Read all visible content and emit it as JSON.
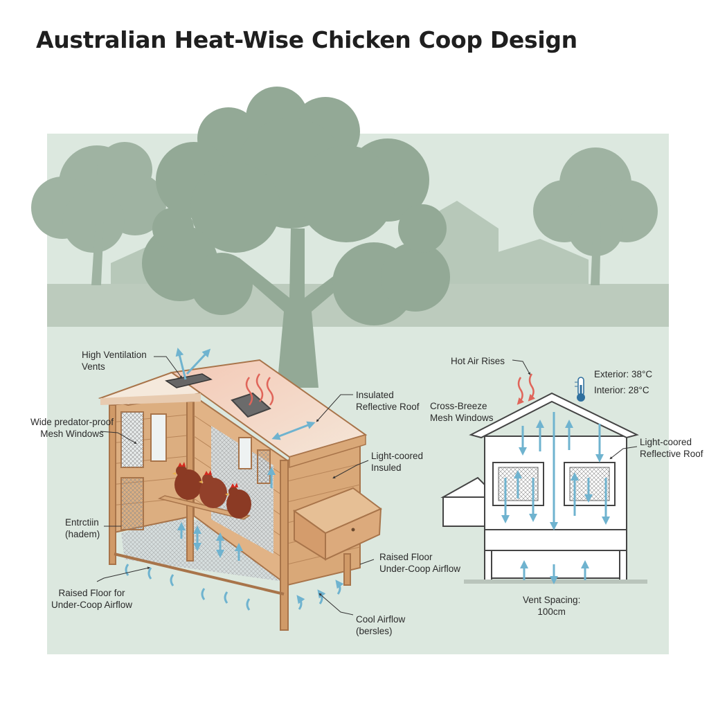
{
  "title": "Australian Heat-Wise Chicken Coop Design",
  "colors": {
    "background_panel": "#dce8df",
    "trees": "#9fb3a2",
    "timber": "#d9a878",
    "timber_dark": "#a8744a",
    "roof": "#f2dccb",
    "airflow": "#6fb3cf",
    "hot_air": "#e0655a",
    "hen": "#8b3a24"
  },
  "labels": {
    "high_vent": [
      "High Ventilation",
      "Vents"
    ],
    "wide_mesh": [
      "Wide predator-proof",
      "Mesh Windows"
    ],
    "entry": [
      "Entrctiin",
      "(hadem)"
    ],
    "raised_left": [
      "Raised Floor for",
      "Under-Coop Airflow"
    ],
    "insulated_roof": [
      "Insulated",
      "Reflective Roof"
    ],
    "light_insulated": [
      "Light-coored",
      "Insuled"
    ],
    "raised_mid": [
      "Raised Floor",
      "Under-Coop Airflow"
    ],
    "cool_airflow": [
      "Cool Airflow",
      "(bersles)"
    ],
    "hot_air": "Hot Air Rises",
    "exterior": "Exterior: 38°C",
    "interior": "Interior: 28°C",
    "cross_breeze": [
      "Cross-Breeze",
      "Mesh Windows"
    ],
    "light_reflective": [
      "Light-coored",
      "Reflective Roof"
    ],
    "vent_spacing": [
      "Vent Spacing:",
      "100cm"
    ]
  },
  "icons": {
    "thermometer": "thermometer-icon",
    "airflow": "airflow-arrow-icon",
    "heat": "heat-wave-icon"
  }
}
